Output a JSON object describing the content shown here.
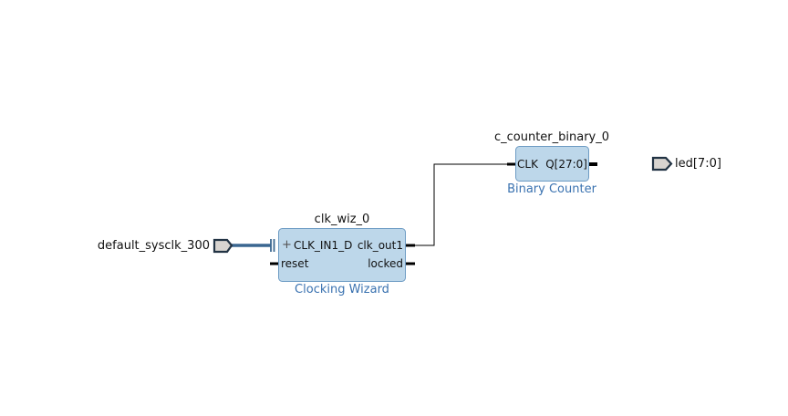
{
  "diagram": {
    "colors": {
      "block_fill": "#bdd7ea",
      "block_stroke": "#6e9cc4",
      "ip_type_text": "#3a72b0",
      "bus_wire": "#3a6690",
      "port_fill": "#d8d4d0",
      "port_stroke": "#223344",
      "wire": "#000000"
    },
    "blocks": {
      "clk_wiz": {
        "instance_name": "clk_wiz_0",
        "ip_type": "Clocking Wizard",
        "pins": {
          "clk_in": "CLK_IN1_D",
          "clk_in_expand_symbol": "+",
          "reset": "reset",
          "clk_out": "clk_out1",
          "locked": "locked"
        }
      },
      "counter": {
        "instance_name": "c_counter_binary_0",
        "ip_type": "Binary Counter",
        "pins": {
          "clk": "CLK",
          "q": "Q[27:0]"
        }
      }
    },
    "ports": {
      "input": {
        "name": "default_sysclk_300",
        "icon": "input-port-icon",
        "kind": "differential clock interface"
      },
      "output": {
        "name": "led[7:0]",
        "icon": "output-port-icon"
      }
    },
    "connections": [
      {
        "from": "default_sysclk_300",
        "to": "clk_wiz_0/CLK_IN1_D",
        "kind": "interface bus"
      },
      {
        "from": "clk_wiz_0/clk_out1",
        "to": "c_counter_binary_0/CLK",
        "kind": "net"
      }
    ]
  }
}
